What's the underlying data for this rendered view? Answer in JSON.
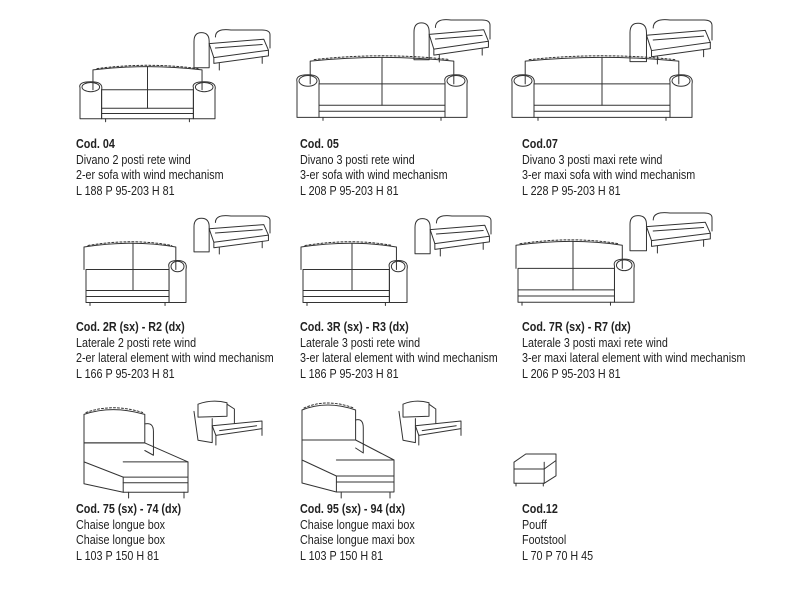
{
  "items": [
    {
      "code": "Cod. 04",
      "it": "Divano 2 posti rete wind",
      "en": "2-er sofa with wind mechanism",
      "dims": "L 188  P 95-203 H 81"
    },
    {
      "code": "Cod. 05",
      "it": "Divano 3 posti rete wind",
      "en": "3-er sofa with wind mechanism",
      "dims": "L 208  P 95-203 H 81"
    },
    {
      "code": "Cod.07",
      "it": "Divano 3 posti maxi rete wind",
      "en": "3-er maxi sofa with wind mechanism",
      "dims": "L 228  P 95-203 H 81"
    },
    {
      "code": "Cod. 2R (sx) - R2 (dx)",
      "it": "Laterale 2 posti rete wind",
      "en": "2-er lateral element with wind mechanism",
      "dims": "L 166 P 95-203 H 81"
    },
    {
      "code": "Cod. 3R (sx) - R3 (dx)",
      "it": "Laterale 3 posti rete wind",
      "en": "3-er lateral element with wind mechanism",
      "dims": "L 186  P 95-203 H 81"
    },
    {
      "code": "Cod. 7R (sx) - R7 (dx)",
      "it": "Laterale 3 posti maxi rete wind",
      "en": "3-er maxi lateral element with wind mechanism",
      "dims": "L 206  P 95-203 H 81"
    },
    {
      "code": "Cod. 75 (sx) - 74 (dx)",
      "it": "Chaise longue box",
      "en": "Chaise longue box",
      "dims": "L 103  P 150  H 81"
    },
    {
      "code": "Cod. 95 (sx) - 94 (dx)",
      "it": "Chaise longue maxi box",
      "en": "Chaise longue maxi box",
      "dims": "L 103  P 150  H 81"
    },
    {
      "code": "Cod.12",
      "it": "Pouff",
      "en": "Footstool",
      "dims": "L 70  P 70  H 45"
    }
  ]
}
